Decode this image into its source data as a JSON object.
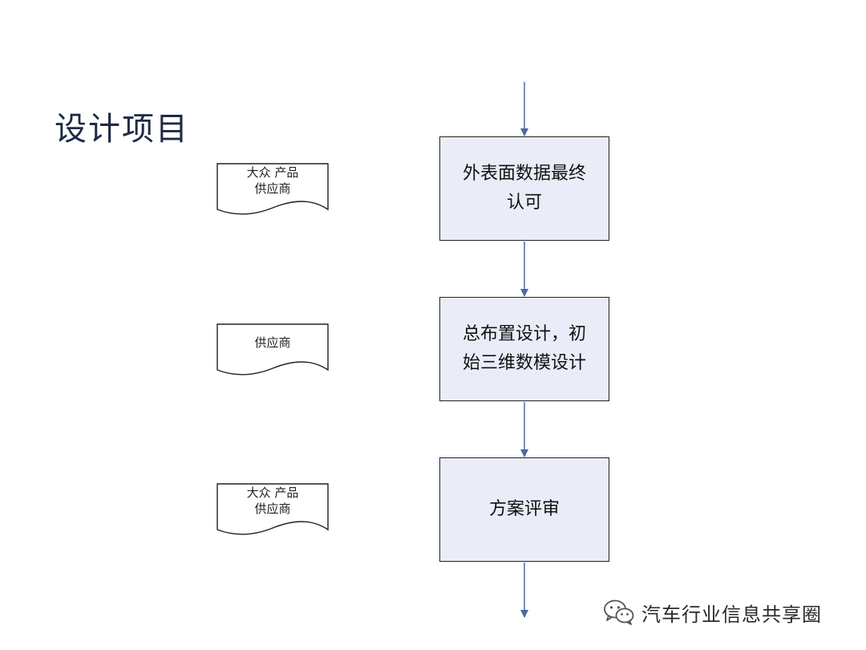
{
  "slide": {
    "title": "设计项目"
  },
  "documents": [
    {
      "line1": "大众 产品",
      "line2": "供应商"
    },
    {
      "line1": "供应商",
      "line2": ""
    },
    {
      "line1": "大众 产品",
      "line2": "供应商"
    }
  ],
  "process_steps": [
    {
      "line1": "外表面数据最终",
      "line2": "认可"
    },
    {
      "line1": "总布置设计，初",
      "line2": "始三维数模设计"
    },
    {
      "line1": "方案评审",
      "line2": ""
    }
  ],
  "watermark": {
    "text": "汽车行业信息共享圈",
    "icon": "wechat-logo"
  },
  "colors": {
    "process_fill": "#eaedf8",
    "arrow": "#4a6aa0",
    "title": "#1f2a44"
  }
}
